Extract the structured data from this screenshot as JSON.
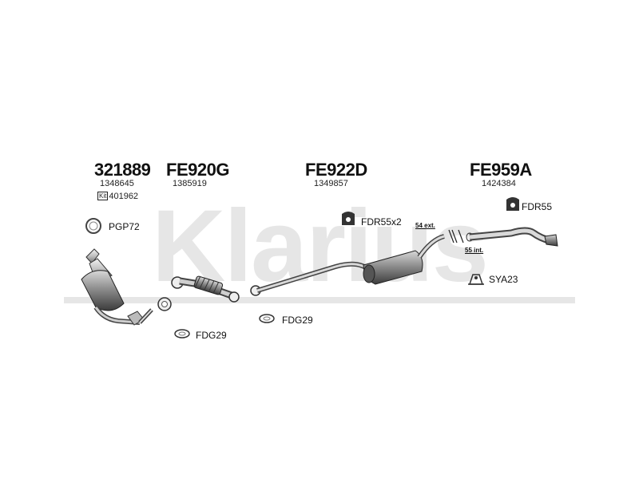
{
  "watermark": {
    "text": "Klarius",
    "color": "#e6e6e6"
  },
  "parts": [
    {
      "code": "321889",
      "ref": "1348645",
      "kit_label": "Kit",
      "kit_ref": "401962"
    },
    {
      "code": "FE920G",
      "ref": "1385919"
    },
    {
      "code": "FE922D",
      "ref": "1349857"
    },
    {
      "code": "FE959A",
      "ref": "1424384"
    }
  ],
  "fittings": {
    "pgp72": "PGP72",
    "fdr55x2": "FDR55x2",
    "fdr55": "FDR55",
    "sya23": "SYA23",
    "fdg29_a": "FDG29",
    "fdg29_b": "FDG29"
  },
  "annotations": {
    "ext": "54 ext.",
    "int": "55 int."
  },
  "icons": [
    "clamp-icon",
    "rubber-mount-icon",
    "gasket-icon",
    "bracket-icon"
  ]
}
